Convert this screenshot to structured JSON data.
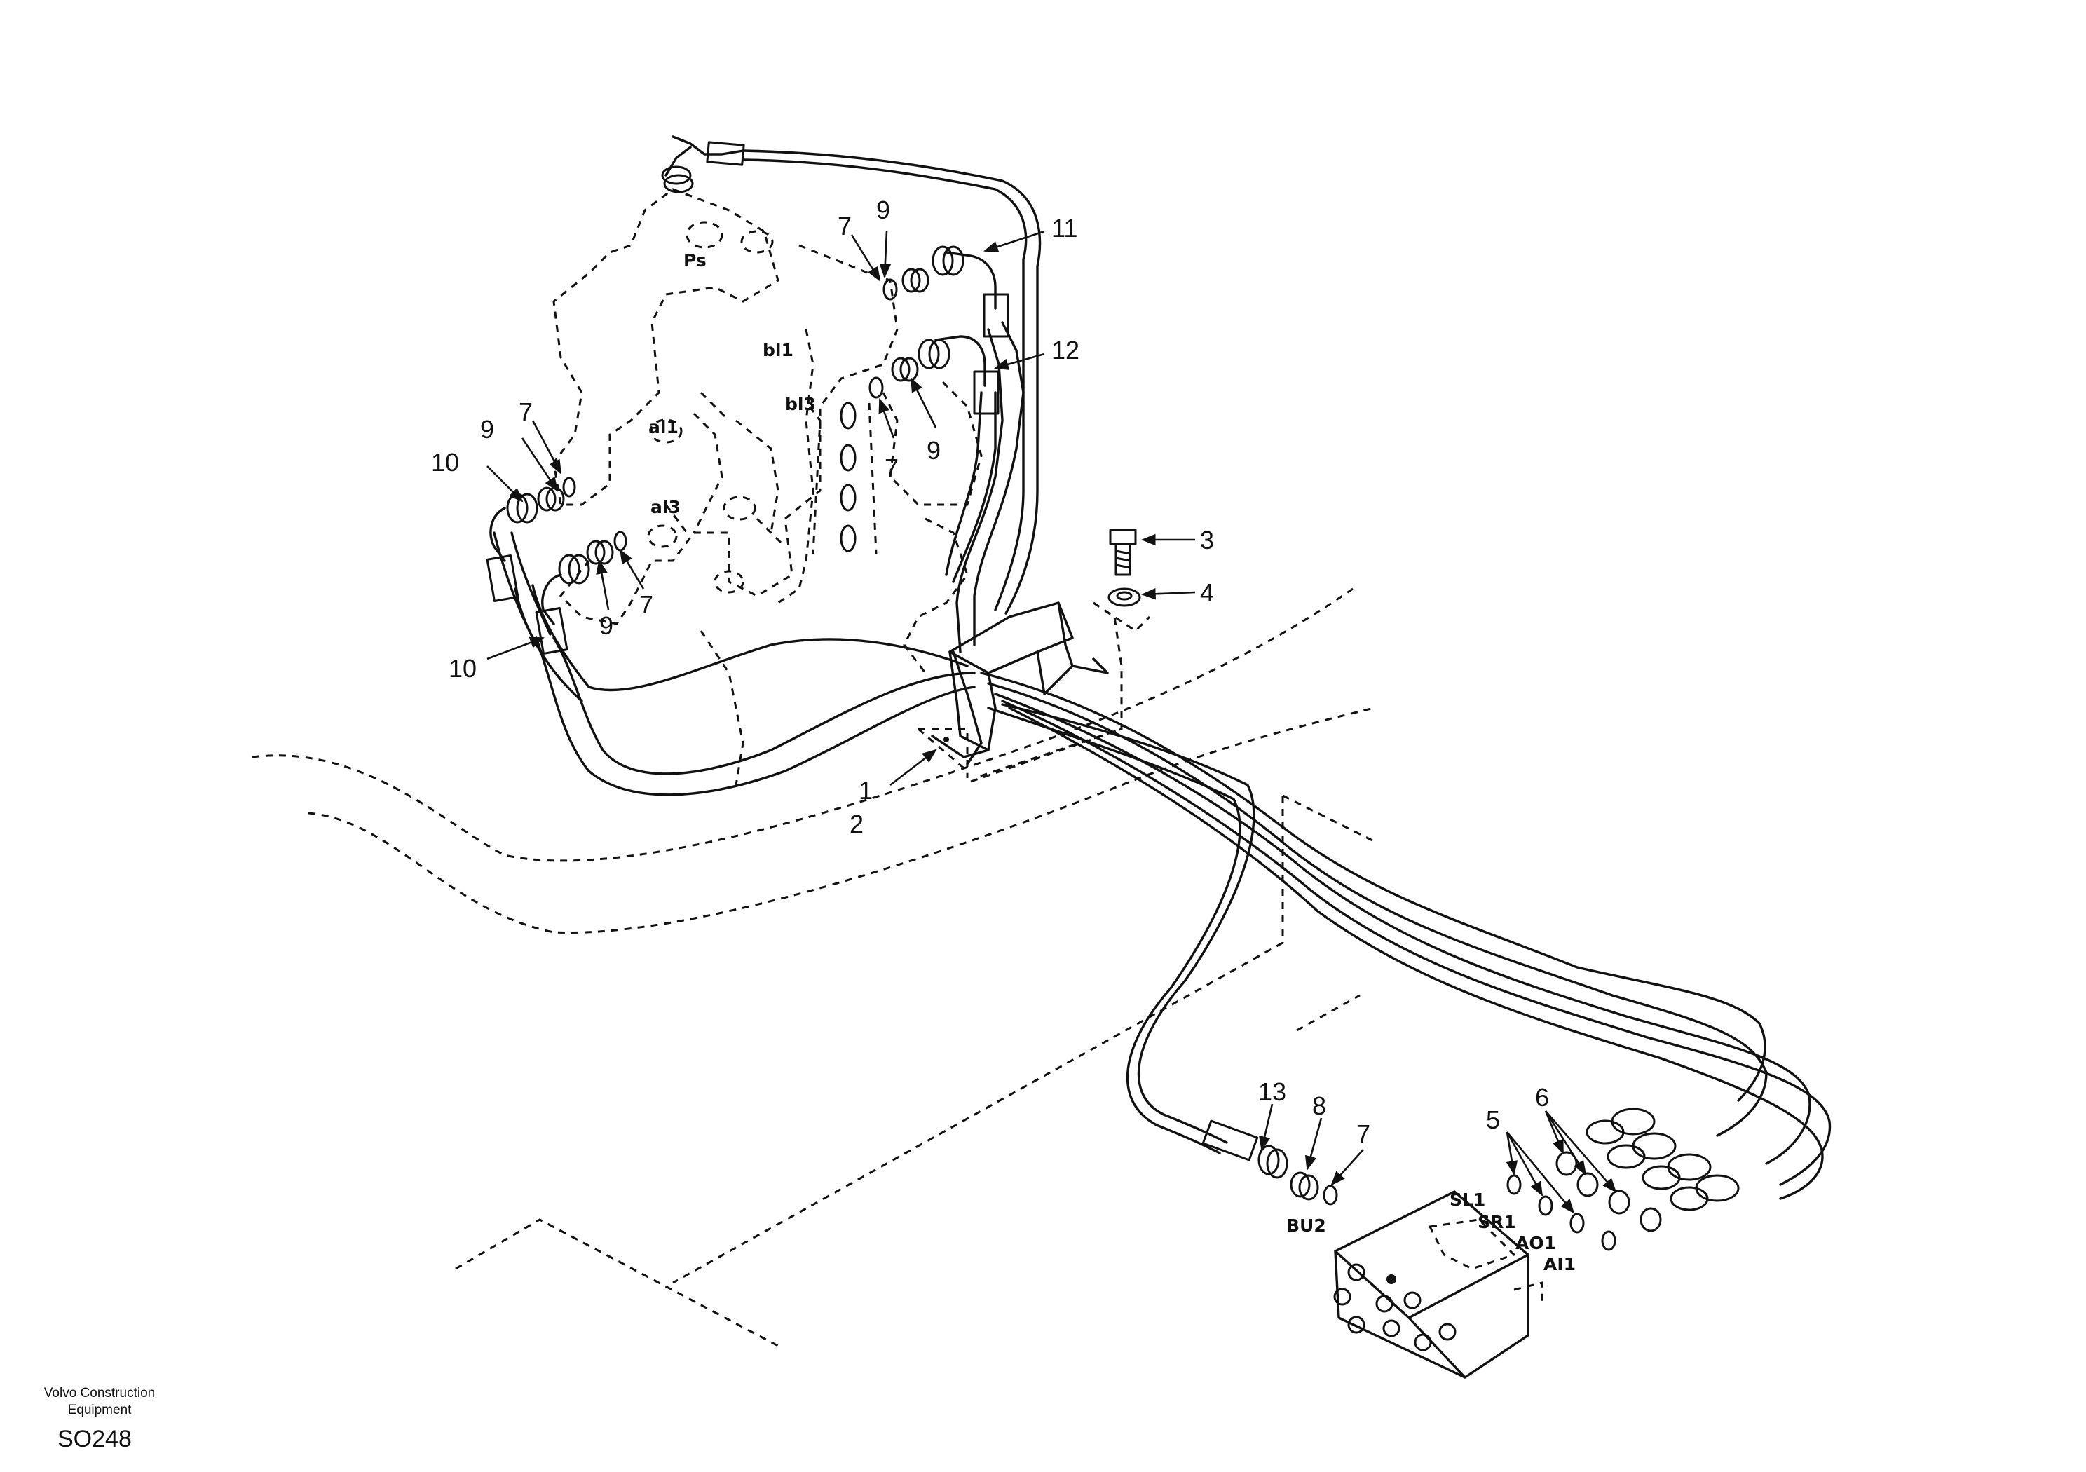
{
  "callouts": {
    "c1": "1",
    "c2": "2",
    "c3": "3",
    "c4": "4",
    "c5": "5",
    "c6": "6",
    "c7a": "7",
    "c7b": "7",
    "c7c": "7",
    "c7d": "7",
    "c7e": "7",
    "c8": "8",
    "c9a": "9",
    "c9b": "9",
    "c9c": "9",
    "c9d": "9",
    "c10a": "10",
    "c10b": "10",
    "c11": "11",
    "c12": "12",
    "c13": "13"
  },
  "ports": {
    "ps": "Ps",
    "bl1": "bl1",
    "bl3": "bl3",
    "al1": "al1",
    "al3": "al3",
    "bu2": "BU2",
    "sl1": "SL1",
    "sr1": "SR1",
    "ao1": "AO1",
    "ai1": "AI1"
  },
  "footer": {
    "brand_line1": "Volvo Construction",
    "brand_line2": "Equipment",
    "code": "SO248"
  }
}
